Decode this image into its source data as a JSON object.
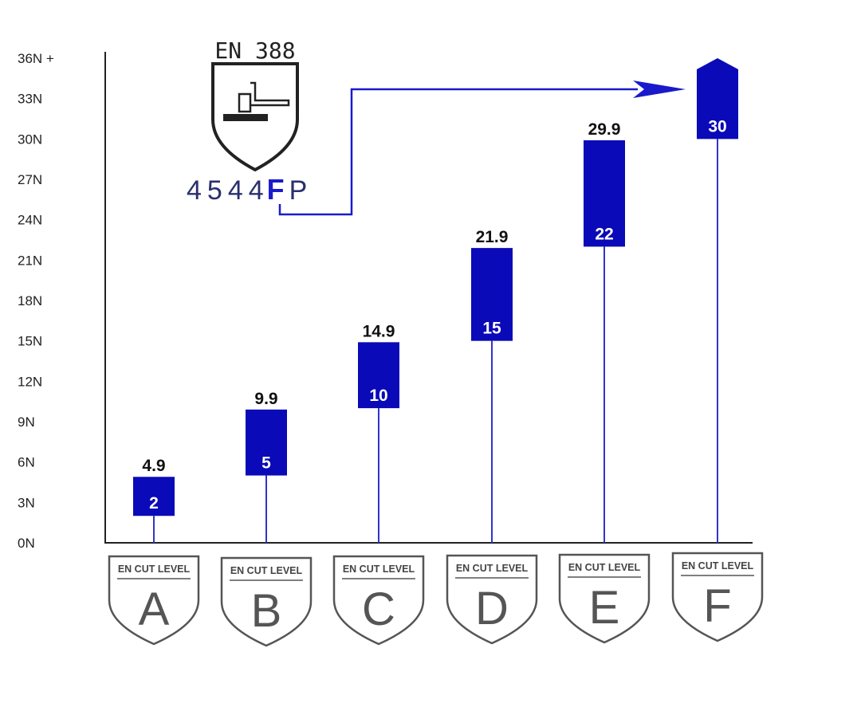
{
  "chart_data": {
    "type": "floating-bar",
    "y_unit": "N",
    "ylim": [
      0,
      36
    ],
    "y_ticks": [
      "0N",
      "3N",
      "6N",
      "9N",
      "12N",
      "15N",
      "18N",
      "21N",
      "24N",
      "27N",
      "30N",
      "33N",
      "36N +"
    ],
    "y_tick_values": [
      0,
      3,
      6,
      9,
      12,
      15,
      18,
      21,
      24,
      27,
      30,
      33,
      36
    ],
    "categories": [
      "A",
      "B",
      "C",
      "D",
      "E",
      "F"
    ],
    "category_caption": "EN CUT LEVEL",
    "ranges": [
      {
        "level": "A",
        "low": 2,
        "high": 4.9,
        "low_label": "2",
        "high_label": "4.9"
      },
      {
        "level": "B",
        "low": 5,
        "high": 9.9,
        "low_label": "5",
        "high_label": "9.9"
      },
      {
        "level": "C",
        "low": 10,
        "high": 14.9,
        "low_label": "10",
        "high_label": "14.9"
      },
      {
        "level": "D",
        "low": 15,
        "high": 21.9,
        "low_label": "15",
        "high_label": "21.9"
      },
      {
        "level": "E",
        "low": 22,
        "high": 29.9,
        "low_label": "22",
        "high_label": "29.9"
      },
      {
        "level": "F",
        "low": 30,
        "high": 36,
        "low_label": "30",
        "high_label": "",
        "open_ended": true
      }
    ],
    "bar_color": "#0a0ab8",
    "stem_color": "#3333cc",
    "grid": false
  },
  "standard": {
    "title": "EN 388",
    "code_digits": "4544",
    "code_highlight": "F",
    "code_tail": "P",
    "highlight_color": "#1a1acc",
    "icon": "cut-test-shield-icon"
  }
}
